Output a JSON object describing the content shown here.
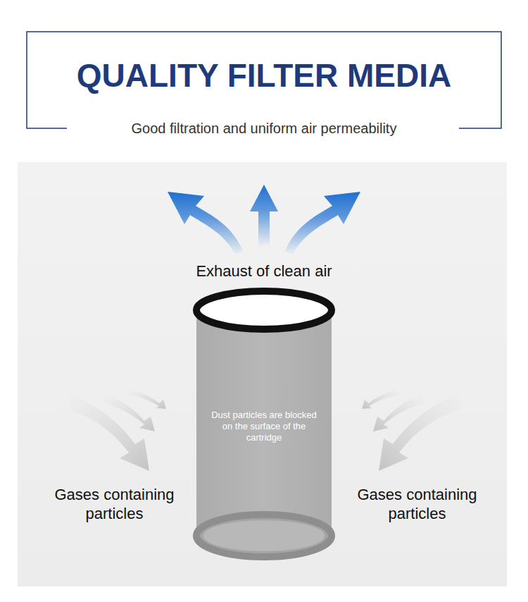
{
  "diagram": {
    "title": "QUALITY FILTER MEDIA",
    "nodes": [
      {
        "text": [
          "Dust particles are blocked on the surface of the cartridge"
        ]
      }
    ],
    "labels": [
      "Good filtration and uniform air permeability",
      "Exhaust of clean air",
      "Gases containing particles",
      "Gases containing particles"
    ]
  }
}
